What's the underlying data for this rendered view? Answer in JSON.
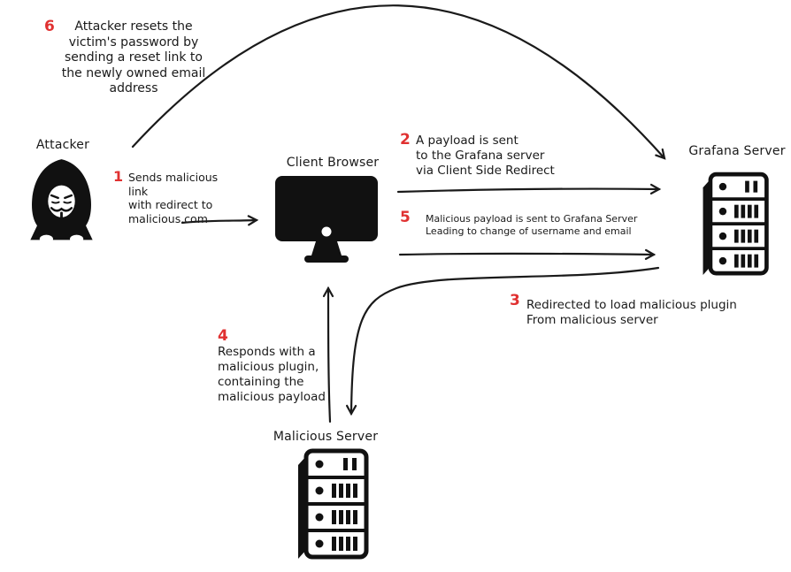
{
  "colors": {
    "accent": "#e03131",
    "ink": "#1a1a1a"
  },
  "nodes": {
    "attacker": {
      "label": "Attacker"
    },
    "client_browser": {
      "label": "Client Browser"
    },
    "grafana_server": {
      "label": "Grafana Server"
    },
    "malicious_server": {
      "label": "Malicious Server"
    }
  },
  "steps": {
    "s1": {
      "num": "1",
      "text": "Sends malicious link\nwith redirect to\nmalicious.com"
    },
    "s2": {
      "num": "2",
      "text": "A payload is sent\nto the Grafana server\nvia Client Side Redirect"
    },
    "s3": {
      "num": "3",
      "text": "Redirected to load malicious plugin\nFrom malicious server"
    },
    "s4": {
      "num": "4",
      "text": "Responds with a\nmalicious plugin,\ncontaining the\nmalicious payload"
    },
    "s5": {
      "num": "5",
      "text": "Malicious  payload is sent to Grafana Server\nLeading to change of username and email"
    },
    "s6": {
      "num": "6",
      "text": "Attacker resets the\nvictim's password by\nsending a reset link to\nthe newly owned email\naddress"
    }
  }
}
